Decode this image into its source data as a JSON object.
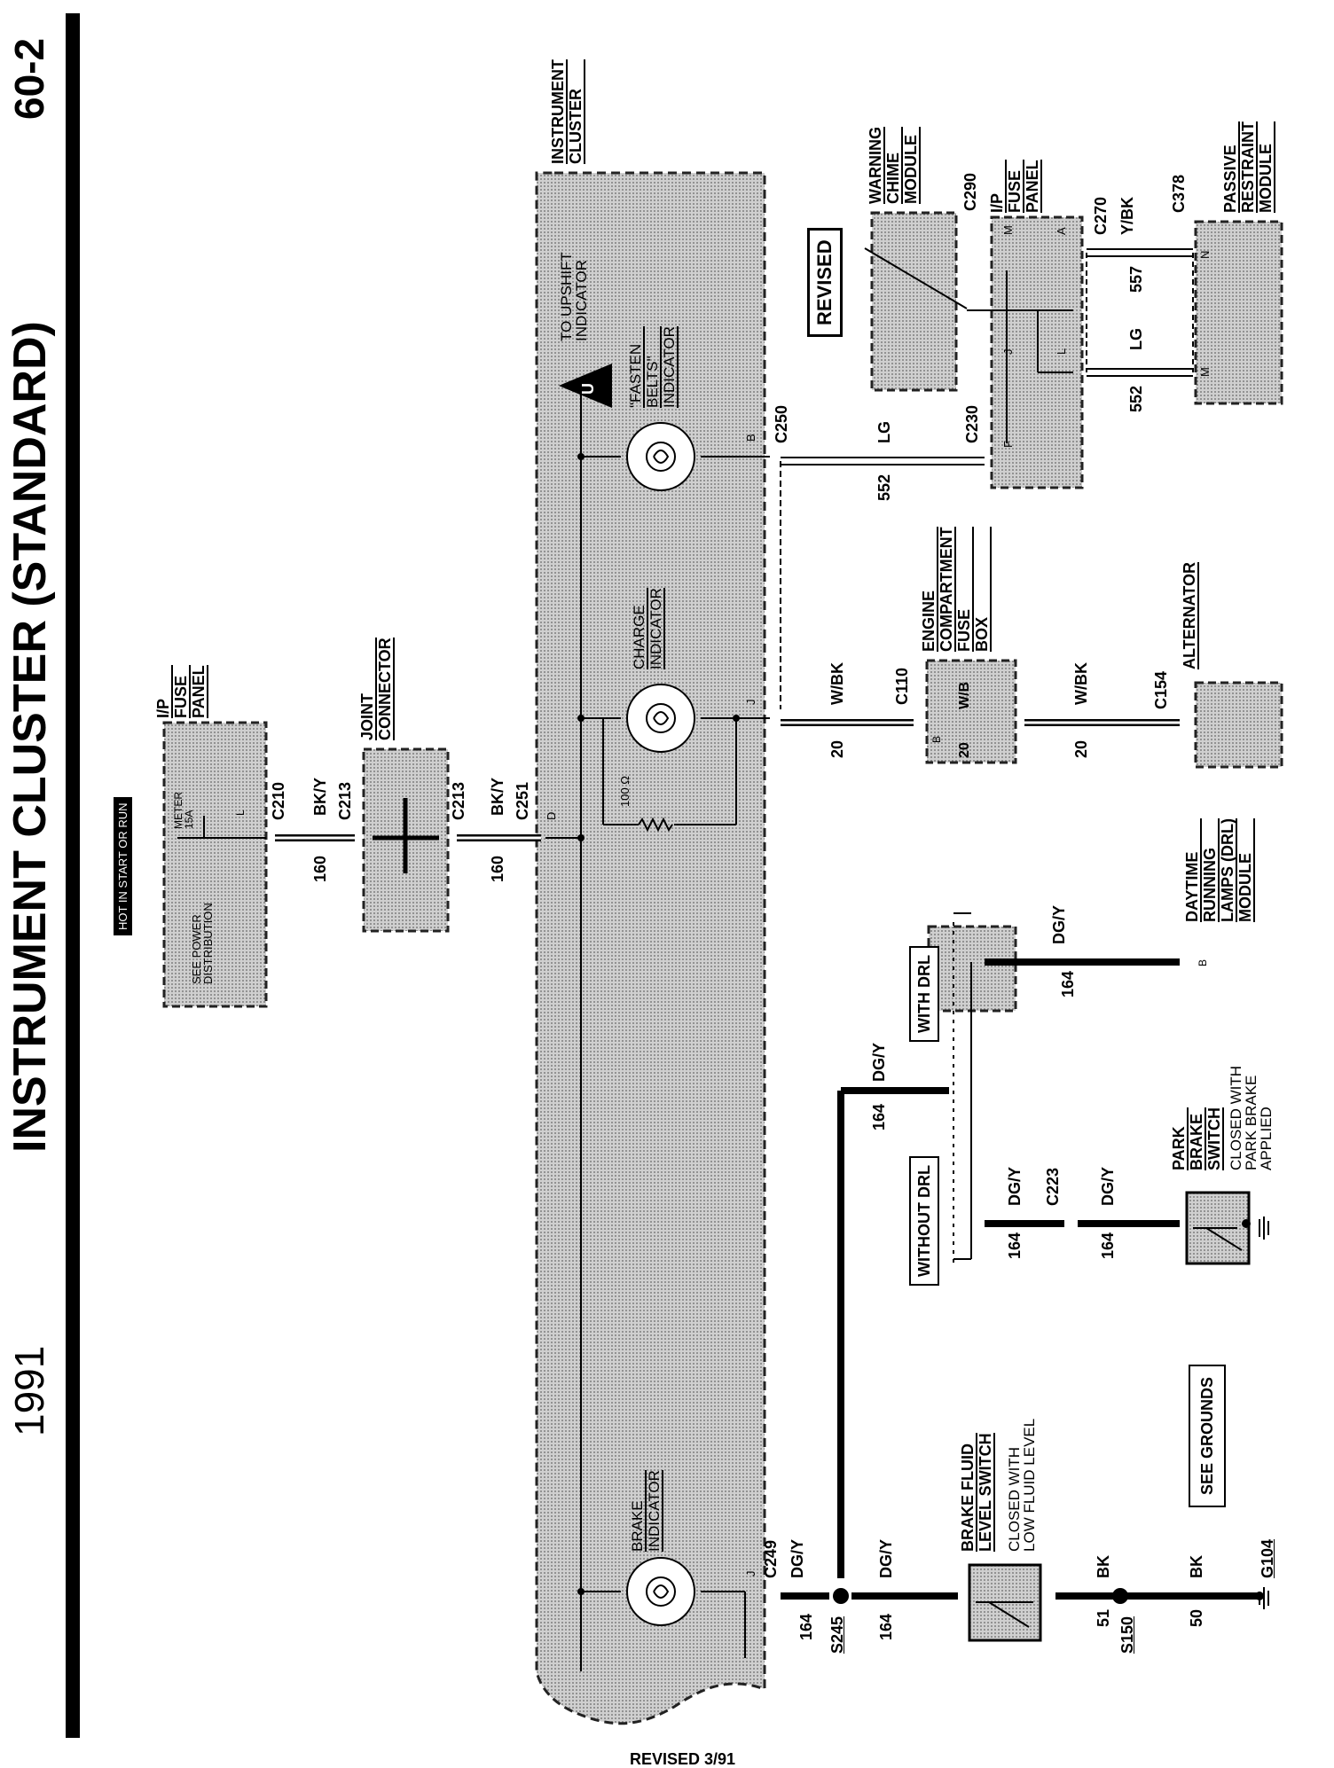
{
  "header": {
    "year": "1991",
    "title": "INSTRUMENT CLUSTER (STANDARD)",
    "page_number": "60-2"
  },
  "footer": {
    "revised": "REVISED  3/91"
  },
  "components": {
    "ip_fuse_panel_left": {
      "lines": [
        "I/P",
        "FUSE",
        "PANEL"
      ],
      "hot_label": "HOT IN START OR RUN",
      "fuse_lines": [
        "METER",
        "15A"
      ],
      "pin": "L",
      "see_text": [
        "SEE POWER",
        "DISTRIBUTION"
      ]
    },
    "joint_connector": {
      "lines": [
        "JOINT",
        "CONNECTOR"
      ]
    },
    "instrument_cluster": {
      "lines": [
        "INSTRUMENT",
        "CLUSTER"
      ],
      "pin_d": "D"
    },
    "upshift": {
      "symbol": "U",
      "lines": [
        "TO UPSHIFT",
        "INDICATOR"
      ]
    },
    "fasten_belts": {
      "lines": [
        "\"FASTEN",
        "BELTS\"",
        "INDICATOR"
      ],
      "pin": "B"
    },
    "charge_indicator": {
      "lines": [
        "CHARGE",
        "INDICATOR"
      ],
      "pin": "J",
      "resistor": "100 Ω"
    },
    "brake_indicator": {
      "lines": [
        "BRAKE",
        "INDICATOR"
      ],
      "pin": "J"
    },
    "warning_chime": {
      "lines": [
        "WARNING",
        "CHIME",
        "MODULE"
      ]
    },
    "ip_fuse_panel_right": {
      "lines": [
        "I/P",
        "FUSE",
        "PANEL"
      ],
      "pins": [
        "M",
        "A",
        "J",
        "L",
        "F"
      ]
    },
    "passive_restraint": {
      "lines": [
        "PASSIVE",
        "RESTRAINT",
        "MODULE"
      ],
      "pins": [
        "N",
        "M"
      ]
    },
    "engine_compartment": {
      "lines": [
        "ENGINE",
        "COMPARTMENT",
        "FUSE",
        "BOX"
      ],
      "inner": "W/B",
      "pin": "B",
      "wire": "20"
    },
    "alternator": {
      "lines": [
        "ALTERNATOR"
      ]
    },
    "drl_module": {
      "lines": [
        "DAYTIME",
        "RUNNING",
        "LAMPS (DRL)",
        "MODULE"
      ],
      "pin": "B"
    },
    "park_brake_switch": {
      "lines": [
        "PARK",
        "BRAKE",
        "SWITCH"
      ],
      "note": [
        "CLOSED WITH",
        "PARK BRAKE",
        "APPLIED"
      ]
    },
    "brake_fluid_switch": {
      "lines": [
        "BRAKE FLUID",
        "LEVEL SWITCH"
      ],
      "note": [
        "CLOSED WITH",
        "LOW FLUID LEVEL"
      ]
    }
  },
  "boxed_labels": {
    "revised": "REVISED",
    "with_drl": "WITH DRL",
    "without_drl": "WITHOUT DRL",
    "see_grounds": "SEE GROUNDS"
  },
  "connectors": {
    "c210": "C210",
    "c213a": "C213",
    "c213b": "C213",
    "c251": "C251",
    "c250": "C250",
    "c230": "C230",
    "c290": "C290",
    "c270": "C270",
    "c378": "C378",
    "c110": "C110",
    "c154": "C154",
    "c223": "C223",
    "c249": "C249",
    "s245": "S245",
    "s150": "S150",
    "g104": "G104"
  },
  "wires": {
    "w160_a": {
      "num": "160",
      "color": "BK/Y"
    },
    "w160_b": {
      "num": "160",
      "color": "BK/Y"
    },
    "w552_a": {
      "num": "552",
      "color": "LG"
    },
    "w552_b": {
      "num": "552",
      "color": "LG"
    },
    "w557": {
      "num": "557",
      "color": "Y/BK"
    },
    "w20_a": {
      "num": "20",
      "color": "W/BK"
    },
    "w20_b": {
      "num": "20",
      "color": "W/BK"
    },
    "w164_drl": {
      "num": "164",
      "color": "DG/Y"
    },
    "w164_main": {
      "num": "164",
      "color": "DG/Y"
    },
    "w164_c223a": {
      "num": "164",
      "color": "DG/Y"
    },
    "w164_c223b": {
      "num": "164",
      "color": "DG/Y"
    },
    "w164_c249": {
      "num": "164",
      "color": "DG/Y"
    },
    "w164_s245": {
      "num": "164",
      "color": "DG/Y"
    },
    "w51": {
      "num": "51",
      "color": "BK"
    },
    "w50": {
      "num": "50",
      "color": "BK"
    }
  }
}
